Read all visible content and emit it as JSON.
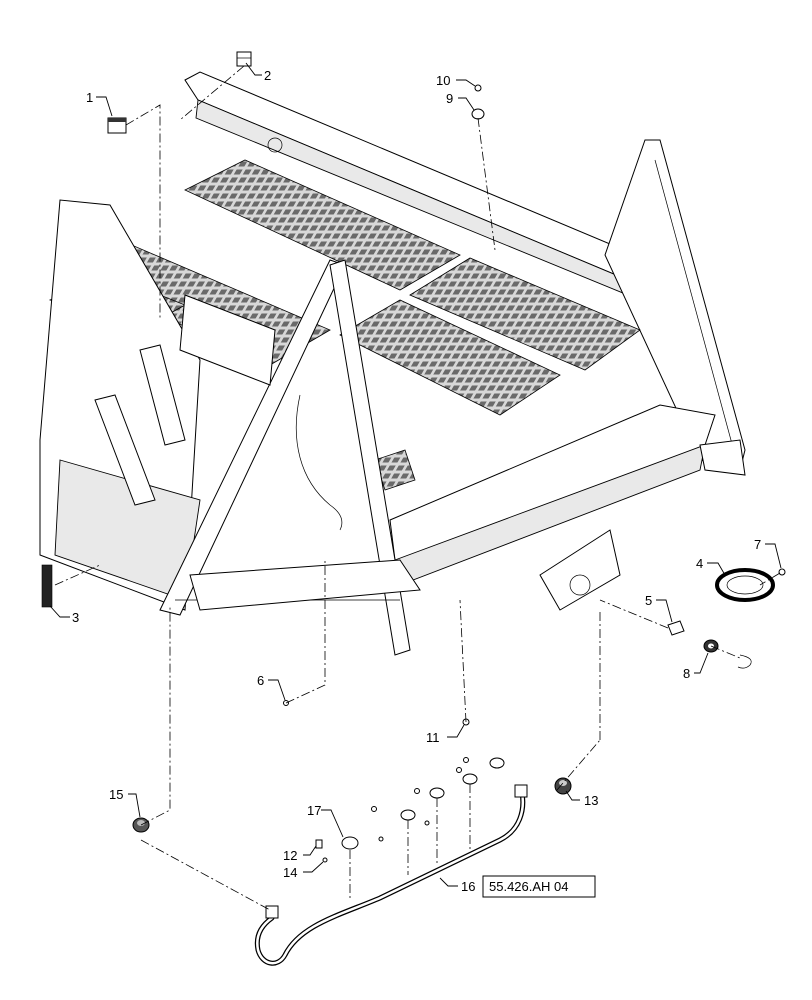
{
  "callouts": [
    {
      "id": "c1",
      "label": "1"
    },
    {
      "id": "c2",
      "label": "2"
    },
    {
      "id": "c3",
      "label": "3"
    },
    {
      "id": "c4",
      "label": "4"
    },
    {
      "id": "c5",
      "label": "5"
    },
    {
      "id": "c6",
      "label": "6"
    },
    {
      "id": "c7",
      "label": "7"
    },
    {
      "id": "c8",
      "label": "8"
    },
    {
      "id": "c9",
      "label": "9"
    },
    {
      "id": "c10",
      "label": "10"
    },
    {
      "id": "c11",
      "label": "11"
    },
    {
      "id": "c12",
      "label": "12"
    },
    {
      "id": "c13",
      "label": "13"
    },
    {
      "id": "c14",
      "label": "14"
    },
    {
      "id": "c15",
      "label": "15"
    },
    {
      "id": "c16",
      "label": "16"
    },
    {
      "id": "c17",
      "label": "17"
    }
  ],
  "reference_box": "55.426.AH 04"
}
